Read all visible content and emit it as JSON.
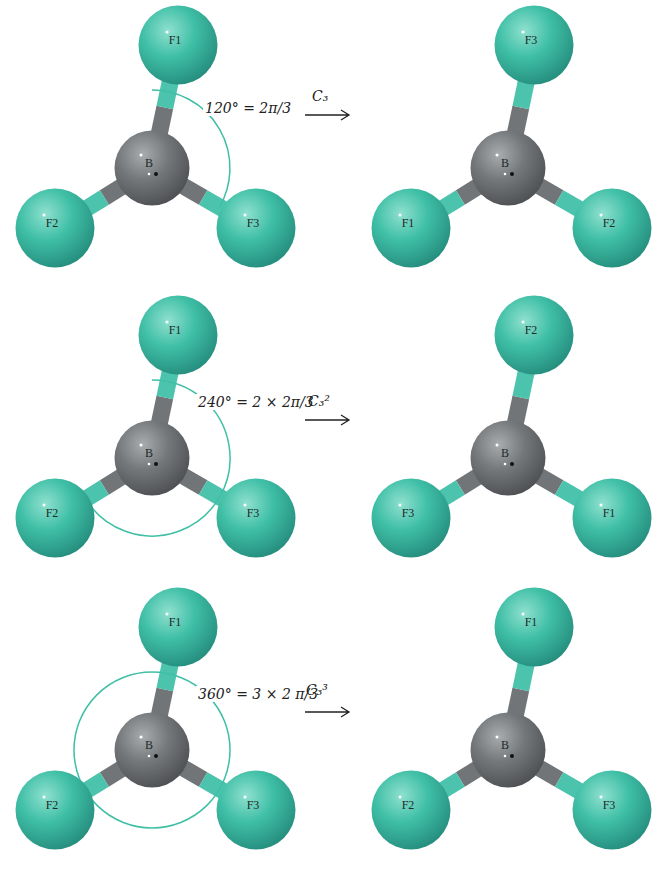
{
  "diagram": {
    "nodes": [
      {
        "text": [
          "F1"
        ]
      },
      {
        "text": [
          "B"
        ]
      },
      {
        "text": [
          "F2"
        ]
      },
      {
        "text": [
          "F3"
        ]
      },
      {
        "text": [
          "F3"
        ]
      },
      {
        "text": [
          "B"
        ]
      },
      {
        "text": [
          "F1"
        ]
      },
      {
        "text": [
          "F2"
        ]
      },
      {
        "text": [
          "F1"
        ]
      },
      {
        "text": [
          "B"
        ]
      },
      {
        "text": [
          "F2"
        ]
      },
      {
        "text": [
          "F3"
        ]
      },
      {
        "text": [
          "F2"
        ]
      },
      {
        "text": [
          "B"
        ]
      },
      {
        "text": [
          "F3"
        ]
      },
      {
        "text": [
          "F1"
        ]
      },
      {
        "text": [
          "F1"
        ]
      },
      {
        "text": [
          "B"
        ]
      },
      {
        "text": [
          "F2"
        ]
      },
      {
        "text": [
          "F3"
        ]
      },
      {
        "text": [
          "F1"
        ]
      },
      {
        "text": [
          "B"
        ]
      },
      {
        "text": [
          "F2"
        ]
      },
      {
        "text": [
          "F3"
        ]
      }
    ],
    "edges": [
      {
        "from": 1,
        "to": 0,
        "arrow": "none"
      },
      {
        "from": 1,
        "to": 2,
        "arrow": "none"
      },
      {
        "from": 1,
        "to": 3,
        "arrow": "none"
      },
      {
        "from": 5,
        "to": 4,
        "arrow": "none"
      },
      {
        "from": 5,
        "to": 6,
        "arrow": "none"
      },
      {
        "from": 5,
        "to": 7,
        "arrow": "none"
      },
      {
        "from": 9,
        "to": 8,
        "arrow": "none"
      },
      {
        "from": 9,
        "to": 10,
        "arrow": "none"
      },
      {
        "from": 9,
        "to": 11,
        "arrow": "none"
      },
      {
        "from": 13,
        "to": 12,
        "arrow": "none"
      },
      {
        "from": 13,
        "to": 14,
        "arrow": "none"
      },
      {
        "from": 13,
        "to": 15,
        "arrow": "none"
      },
      {
        "from": 17,
        "to": 16,
        "arrow": "none"
      },
      {
        "from": 17,
        "to": 18,
        "arrow": "none"
      },
      {
        "from": 17,
        "to": 19,
        "arrow": "none"
      },
      {
        "from": 21,
        "to": 20,
        "arrow": "none"
      },
      {
        "from": 21,
        "to": 22,
        "arrow": "none"
      },
      {
        "from": 21,
        "to": 23,
        "arrow": "none"
      }
    ],
    "labels": [
      "120° = 2π/3",
      "C₃",
      "240° = 2 × 2π/3",
      "C₃²",
      "360° = 3 × 2 π/3",
      "C₃³"
    ]
  }
}
